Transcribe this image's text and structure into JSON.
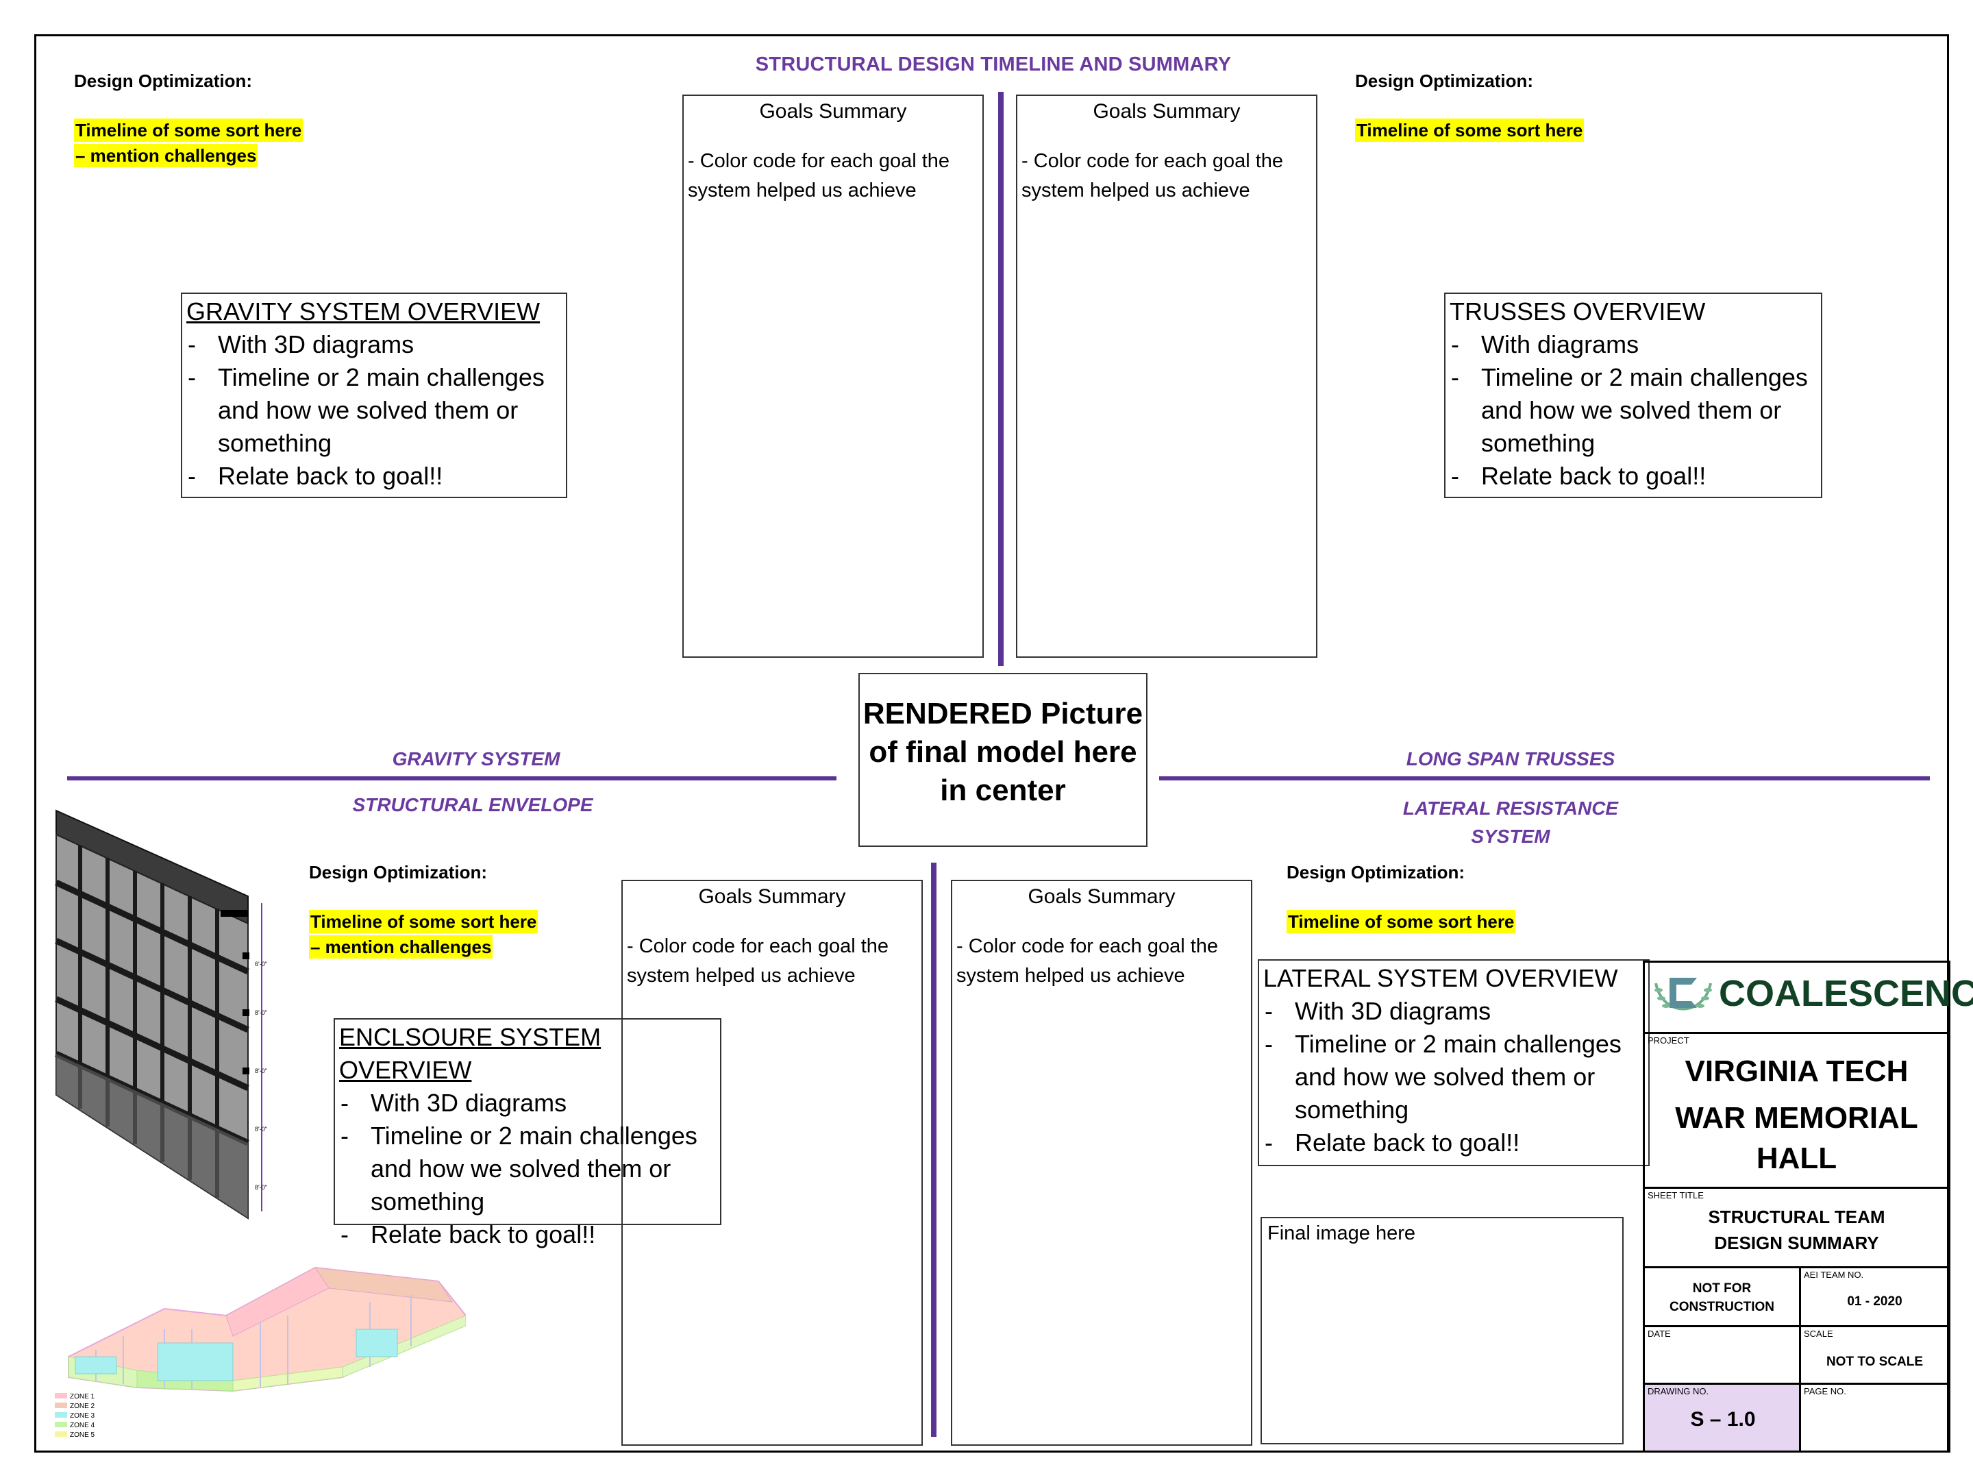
{
  "header": {
    "title": "STRUCTURAL DESIGN TIMELINE AND SUMMARY"
  },
  "top_left": {
    "opt_label": "Design Optimization:",
    "highlight_lines": [
      "Timeline of some sort here",
      "– mention challenges"
    ]
  },
  "top_right": {
    "opt_label": "Design Optimization:",
    "highlight_lines": [
      "Timeline of some sort here"
    ]
  },
  "goals": [
    {
      "title": "Goals Summary",
      "body": "- Color code for each goal the system helped us achieve"
    },
    {
      "title": "Goals Summary",
      "body": "- Color code for each goal the system helped us achieve"
    },
    {
      "title": "Goals Summary",
      "body": "- Color code for each goal the system helped us achieve"
    },
    {
      "title": "Goals Summary",
      "body": "- Color code for each goal the system helped us achieve"
    }
  ],
  "gravity_overview": {
    "title": "GRAVITY SYSTEM OVERVIEW",
    "items": [
      "With 3D diagrams",
      "Timeline or 2 main challenges and how we solved them or something",
      "Relate back to goal!!"
    ]
  },
  "trusses_overview": {
    "title": "TRUSSES OVERVIEW",
    "items": [
      "With diagrams",
      "Timeline or 2 main challenges and how we solved them or something",
      "Relate back to goal!!"
    ]
  },
  "enclosure_overview": {
    "title": "ENCLSOURE SYSTEM OVERVIEW",
    "items": [
      "With 3D diagrams",
      "Timeline or 2 main challenges and how we solved them or something",
      "Relate back to goal!!"
    ]
  },
  "lateral_overview": {
    "title": "LATERAL SYSTEM OVERVIEW",
    "items": [
      "With 3D diagrams",
      "Timeline or 2 main challenges and how we solved them or something",
      "Relate back to goal!!"
    ]
  },
  "render_box": {
    "lines": [
      "RENDERED Picture",
      "of final model here",
      "in center"
    ]
  },
  "sections": {
    "gravity": "GRAVITY SYSTEM",
    "envelope": "STRUCTURAL ENVELOPE",
    "trusses": "LONG SPAN TRUSSES",
    "lateral_1": "LATERAL RESISTANCE",
    "lateral_2": "SYSTEM"
  },
  "bottom_left": {
    "opt_label": "Design Optimization:",
    "highlight_lines": [
      "Timeline of some sort here",
      "– mention challenges"
    ]
  },
  "bottom_right": {
    "opt_label": "Design Optimization:",
    "highlight_lines": [
      "Timeline of some sort here"
    ]
  },
  "final_image": "Final image here",
  "facade_dims": [
    "6'-0\"",
    "8'-0\"",
    "8'-0\"",
    "8'-0\"",
    "8'-0\""
  ],
  "zone_legend": [
    "ZONE 1",
    "ZONE 2",
    "ZONE 3",
    "ZONE 4",
    "ZONE 5"
  ],
  "title_block": {
    "logo_text": "COALESCENCE",
    "project_label": "PROJECT",
    "project_lines": [
      "VIRGINIA TECH",
      "WAR MEMORIAL",
      "HALL"
    ],
    "sheet_title_label": "SHEET TITLE",
    "sheet_title_lines": [
      "STRUCTURAL TEAM",
      "DESIGN SUMMARY"
    ],
    "not_for_construction": [
      "NOT FOR",
      "CONSTRUCTION"
    ],
    "aei_label": "AEI TEAM NO.",
    "aei_value": "01 - 2020",
    "date_label": "DATE",
    "date_value": "",
    "scale_label": "SCALE",
    "scale_value": "NOT TO SCALE",
    "drawing_label": "DRAWING NO.",
    "drawing_value": "S – 1.0",
    "page_label": "PAGE NO.",
    "page_value": ""
  },
  "colors": {
    "purple": "#6a3aa0",
    "highlight": "#ffff00",
    "drawing_no_bg": "#e6d6f2"
  }
}
